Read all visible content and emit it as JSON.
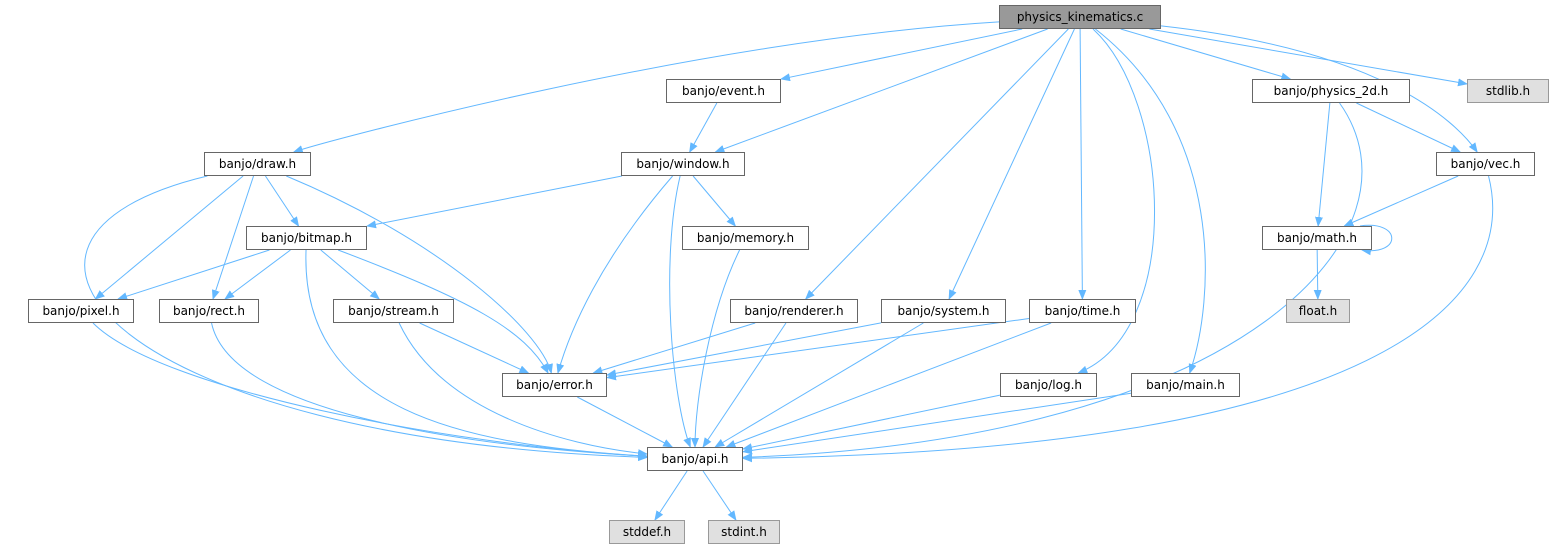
{
  "colors": {
    "edge": "#63b8ff",
    "root_fill": "#999999",
    "system_fill": "#e0e0e0",
    "node_border": "#666666"
  },
  "nodes": {
    "pk": {
      "label": "physics_kinematics.c",
      "kind": "root"
    },
    "event": {
      "label": "banjo/event.h",
      "kind": "project"
    },
    "physics_2d": {
      "label": "banjo/physics_2d.h",
      "kind": "project"
    },
    "stdlib": {
      "label": "stdlib.h",
      "kind": "system"
    },
    "draw": {
      "label": "banjo/draw.h",
      "kind": "project"
    },
    "window": {
      "label": "banjo/window.h",
      "kind": "project"
    },
    "vec": {
      "label": "banjo/vec.h",
      "kind": "project"
    },
    "bitmap": {
      "label": "banjo/bitmap.h",
      "kind": "project"
    },
    "memory": {
      "label": "banjo/memory.h",
      "kind": "project"
    },
    "math": {
      "label": "banjo/math.h",
      "kind": "project"
    },
    "pixel": {
      "label": "banjo/pixel.h",
      "kind": "project"
    },
    "rect": {
      "label": "banjo/rect.h",
      "kind": "project"
    },
    "stream": {
      "label": "banjo/stream.h",
      "kind": "project"
    },
    "renderer": {
      "label": "banjo/renderer.h",
      "kind": "project"
    },
    "system": {
      "label": "banjo/system.h",
      "kind": "project"
    },
    "time": {
      "label": "banjo/time.h",
      "kind": "project"
    },
    "float": {
      "label": "float.h",
      "kind": "system"
    },
    "error": {
      "label": "banjo/error.h",
      "kind": "project"
    },
    "log": {
      "label": "banjo/log.h",
      "kind": "project"
    },
    "main": {
      "label": "banjo/main.h",
      "kind": "project"
    },
    "api": {
      "label": "banjo/api.h",
      "kind": "project"
    },
    "stddef": {
      "label": "stddef.h",
      "kind": "system"
    },
    "stdint": {
      "label": "stdint.h",
      "kind": "system"
    }
  },
  "edges": [
    [
      "pk",
      "draw"
    ],
    [
      "pk",
      "event"
    ],
    [
      "pk",
      "window"
    ],
    [
      "pk",
      "renderer"
    ],
    [
      "pk",
      "system"
    ],
    [
      "pk",
      "time"
    ],
    [
      "pk",
      "log"
    ],
    [
      "pk",
      "main"
    ],
    [
      "pk",
      "physics_2d"
    ],
    [
      "pk",
      "stdlib"
    ],
    [
      "pk",
      "vec"
    ],
    [
      "event",
      "window"
    ],
    [
      "draw",
      "api"
    ],
    [
      "draw",
      "pixel"
    ],
    [
      "draw",
      "rect"
    ],
    [
      "draw",
      "bitmap"
    ],
    [
      "draw",
      "error"
    ],
    [
      "window",
      "bitmap"
    ],
    [
      "window",
      "error"
    ],
    [
      "window",
      "api"
    ],
    [
      "window",
      "memory"
    ],
    [
      "bitmap",
      "pixel"
    ],
    [
      "bitmap",
      "rect"
    ],
    [
      "bitmap",
      "api"
    ],
    [
      "bitmap",
      "stream"
    ],
    [
      "bitmap",
      "error"
    ],
    [
      "memory",
      "api"
    ],
    [
      "pixel",
      "api"
    ],
    [
      "rect",
      "api"
    ],
    [
      "stream",
      "error"
    ],
    [
      "stream",
      "api"
    ],
    [
      "renderer",
      "error"
    ],
    [
      "renderer",
      "api"
    ],
    [
      "system",
      "error"
    ],
    [
      "system",
      "api"
    ],
    [
      "time",
      "error"
    ],
    [
      "time",
      "api"
    ],
    [
      "error",
      "api"
    ],
    [
      "log",
      "api"
    ],
    [
      "main",
      "api"
    ],
    [
      "physics_2d",
      "math"
    ],
    [
      "physics_2d",
      "vec"
    ],
    [
      "physics_2d",
      "api"
    ],
    [
      "vec",
      "math"
    ],
    [
      "vec",
      "api"
    ],
    [
      "math",
      "math"
    ],
    [
      "math",
      "float"
    ],
    [
      "api",
      "stddef"
    ],
    [
      "api",
      "stdint"
    ]
  ]
}
